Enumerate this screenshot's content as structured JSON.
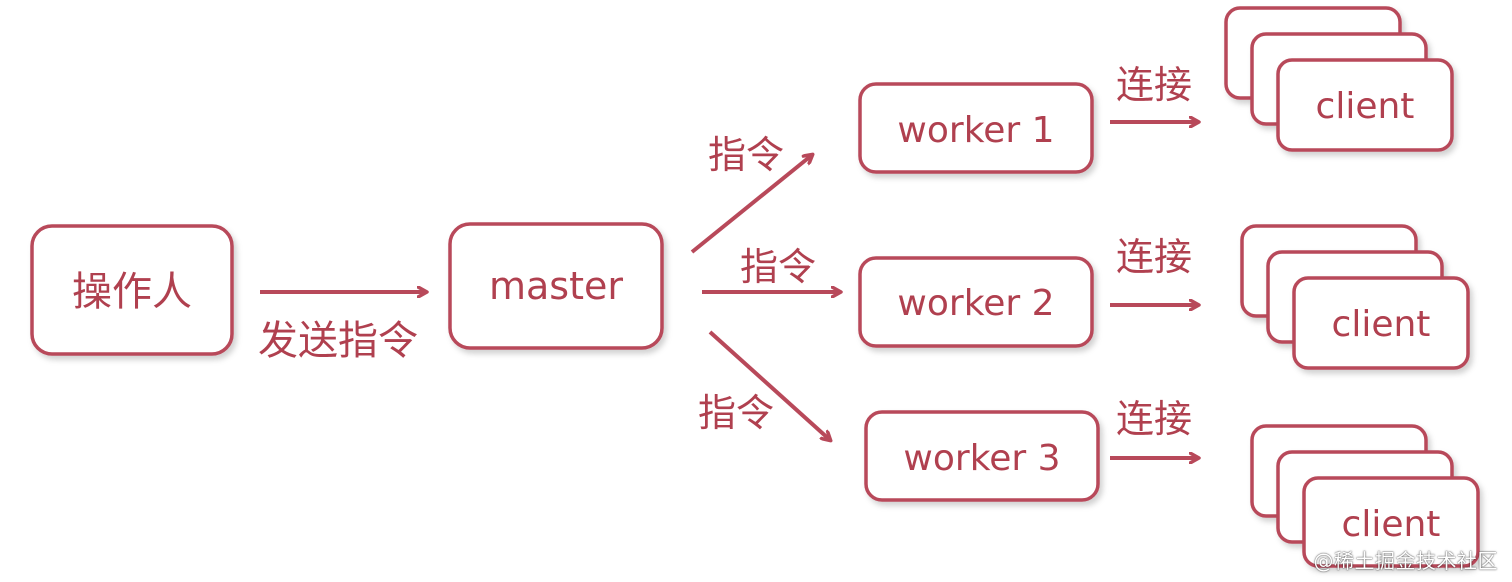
{
  "diagram": {
    "nodes": {
      "operator": "操作人",
      "master": "master",
      "worker_1": "worker 1",
      "worker_2": "worker 2",
      "worker_3": "worker 3",
      "client_1": "client",
      "client_2": "client",
      "client_3": "client"
    },
    "edges": {
      "operator_to_master": "发送指令",
      "master_to_worker_1": "指令",
      "master_to_worker_2": "指令",
      "master_to_worker_3": "指令",
      "worker_1_to_client": "连接",
      "worker_2_to_client": "连接",
      "worker_3_to_client": "连接"
    },
    "colors": {
      "accent": "#b8495a",
      "text": "#b0404f",
      "background": "#ffffff"
    }
  },
  "watermark": "@稀土掘金技术社区"
}
